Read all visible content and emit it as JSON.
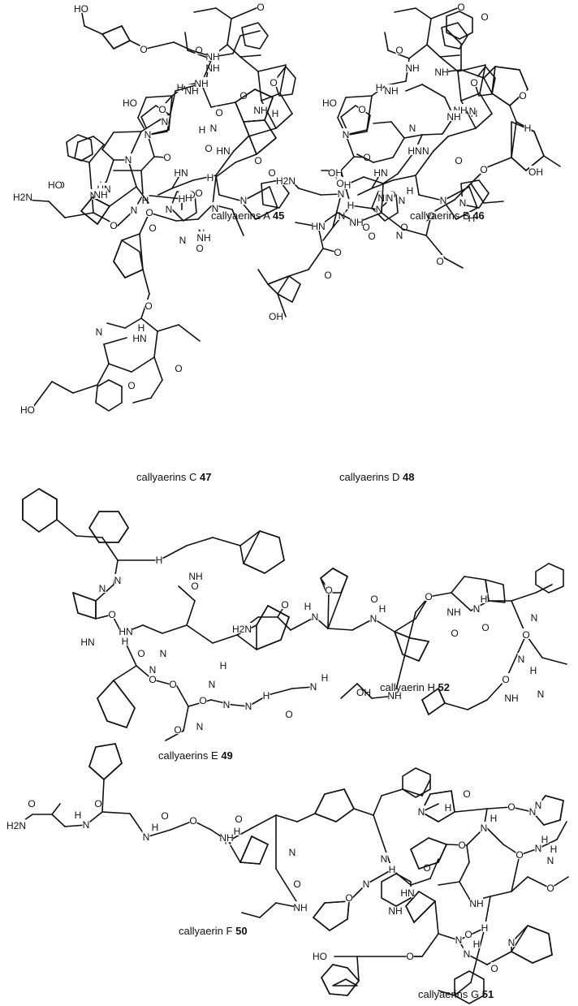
{
  "structures": [
    {
      "id": "s45",
      "label": "callyaerins A",
      "number": "45",
      "atoms": [
        "HO",
        "NH",
        "NH",
        "HN",
        "H",
        "N",
        "N",
        "O",
        "O",
        "O",
        "O",
        "O",
        "H",
        "NH",
        "HN",
        "N",
        "O",
        "O",
        "NH",
        "N",
        "O",
        "H2N",
        "N",
        "H",
        "N",
        "H",
        "N",
        "H",
        "O",
        "O",
        "O"
      ]
    },
    {
      "id": "s46",
      "label": "callyaerins B",
      "number": "46",
      "atoms": [
        "HO",
        "NH",
        "NH",
        "HN",
        "H",
        "N",
        "N",
        "O",
        "O",
        "O",
        "O",
        "O",
        "H",
        "NH",
        "HN",
        "N",
        "O",
        "O",
        "NH",
        "N",
        "OH",
        "N",
        "H",
        "N",
        "H",
        "O",
        "O",
        "O"
      ]
    },
    {
      "id": "s47",
      "label": "callyaerins C",
      "number": "47",
      "atoms": [
        "HO",
        "HO",
        "NH",
        "NH",
        "H",
        "N",
        "N",
        "O",
        "O",
        "O",
        "H",
        "NH",
        "N",
        "HN",
        "NH",
        "O",
        "O",
        "O",
        "N",
        "HN",
        "N",
        "H",
        "HO",
        "O",
        "O",
        "O"
      ]
    },
    {
      "id": "s48",
      "label": "callyaerins D",
      "number": "48",
      "atoms": [
        "NH",
        "N",
        "H",
        "OH",
        "NH",
        "HN",
        "N",
        "O",
        "O",
        "O",
        "H2N",
        "O",
        "N",
        "H",
        "N",
        "H",
        "N",
        "H",
        "HN",
        "NH",
        "O",
        "O",
        "O",
        "OH",
        "O",
        "O"
      ]
    },
    {
      "id": "s49",
      "label": "callyaerins E",
      "number": "49",
      "atoms": [
        "N",
        "N",
        "H",
        "H",
        "N",
        "N",
        "H",
        "NH",
        "HN",
        "HN",
        "N",
        "O",
        "O",
        "O",
        "O",
        "O",
        "N",
        "N",
        "N",
        "H",
        "N",
        "H",
        "OH",
        "O",
        "O",
        "O"
      ]
    },
    {
      "id": "s52",
      "label": "callyaerin H",
      "number": "52",
      "atoms": [
        "H2N",
        "N",
        "H",
        "N",
        "H",
        "N",
        "H",
        "N",
        "N",
        "H",
        "N",
        "NH",
        "NH",
        "NH",
        "O",
        "O",
        "O",
        "O",
        "O",
        "O",
        "O",
        "O"
      ]
    },
    {
      "id": "s50",
      "label": "callyaerin F",
      "number": "50",
      "atoms": [
        "H2N",
        "N",
        "H",
        "N",
        "H",
        "N",
        "H",
        "N",
        "N",
        "H",
        "N",
        "NH",
        "NH",
        "NH",
        "O",
        "O",
        "O",
        "O",
        "O",
        "O",
        "O",
        "O"
      ]
    },
    {
      "id": "s51",
      "label": "callyaerins G",
      "number": "51",
      "atoms": [
        "N",
        "N",
        "N",
        "H",
        "N",
        "H",
        "N",
        "H",
        "HN",
        "NH",
        "N",
        "N",
        "H",
        "N",
        "H",
        "N",
        "H",
        "HO",
        "O",
        "O",
        "O",
        "O",
        "O",
        "O",
        "O",
        "O"
      ]
    }
  ]
}
